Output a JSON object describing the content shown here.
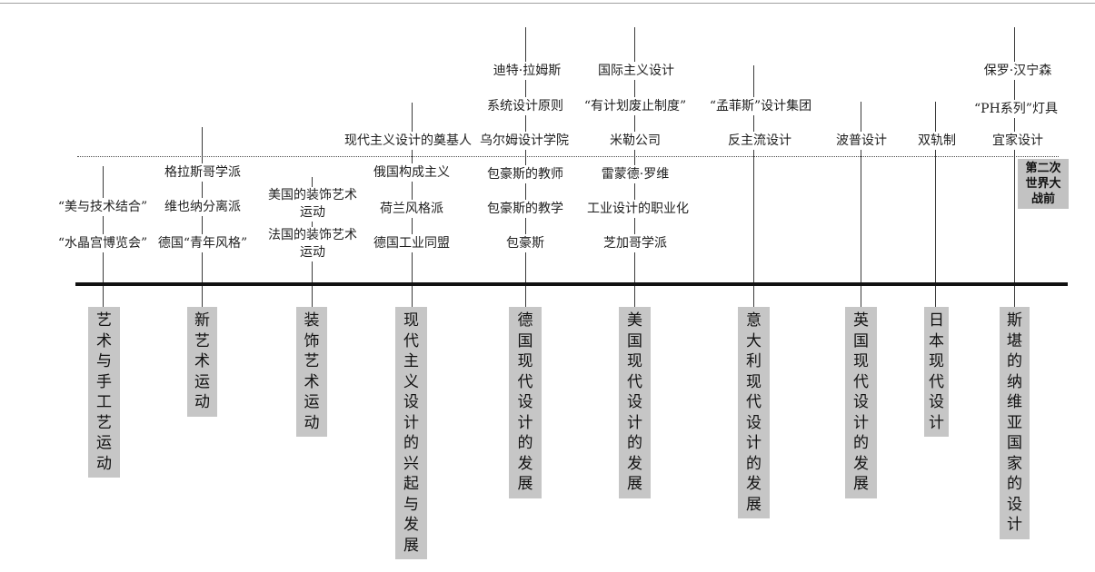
{
  "era_marker": {
    "lines": [
      "第二次",
      "世界大",
      "战前"
    ]
  },
  "columns": [
    {
      "movement": "艺术与手工艺运动",
      "events": [
        "“美与技术结合”",
        "“水晶宫博览会”"
      ]
    },
    {
      "movement": "新艺术运动",
      "events": [
        "格拉斯哥学派",
        "维也纳分离派",
        "德国“青年风格”"
      ]
    },
    {
      "movement": "装饰艺术运动",
      "events": [
        "美国的装饰艺术运动",
        "法国的装饰艺术运动"
      ]
    },
    {
      "movement": "现代主义设计的兴起与发展",
      "events": [
        "现代主义设计的奠基人",
        "俄国构成主义",
        "荷兰风格派",
        "德国工业同盟"
      ]
    },
    {
      "movement": "德国现代设计的发展",
      "events": [
        "迪特·拉姆斯",
        "系统设计原则",
        "乌尔姆设计学院",
        "包豪斯的教师",
        "包豪斯的教学",
        "包豪斯"
      ]
    },
    {
      "movement": "美国现代设计的发展",
      "events": [
        "国际主义设计",
        "“有计划废止制度”",
        "米勒公司",
        "雷蒙德·罗维",
        "工业设计的职业化",
        "芝加哥学派"
      ]
    },
    {
      "movement": "意大利现代设计的发展",
      "events": [
        "“孟菲斯”设计集团",
        "反主流设计"
      ]
    },
    {
      "movement": "英国现代设计的发展",
      "events": [
        "波普设计"
      ]
    },
    {
      "movement": "日本现代设计",
      "events": [
        "双轨制"
      ]
    },
    {
      "movement": "斯堪的纳维亚国家的设计",
      "events": [
        "保罗·汉宁森",
        "“PH系列”灯具",
        "宜家设计"
      ]
    }
  ]
}
